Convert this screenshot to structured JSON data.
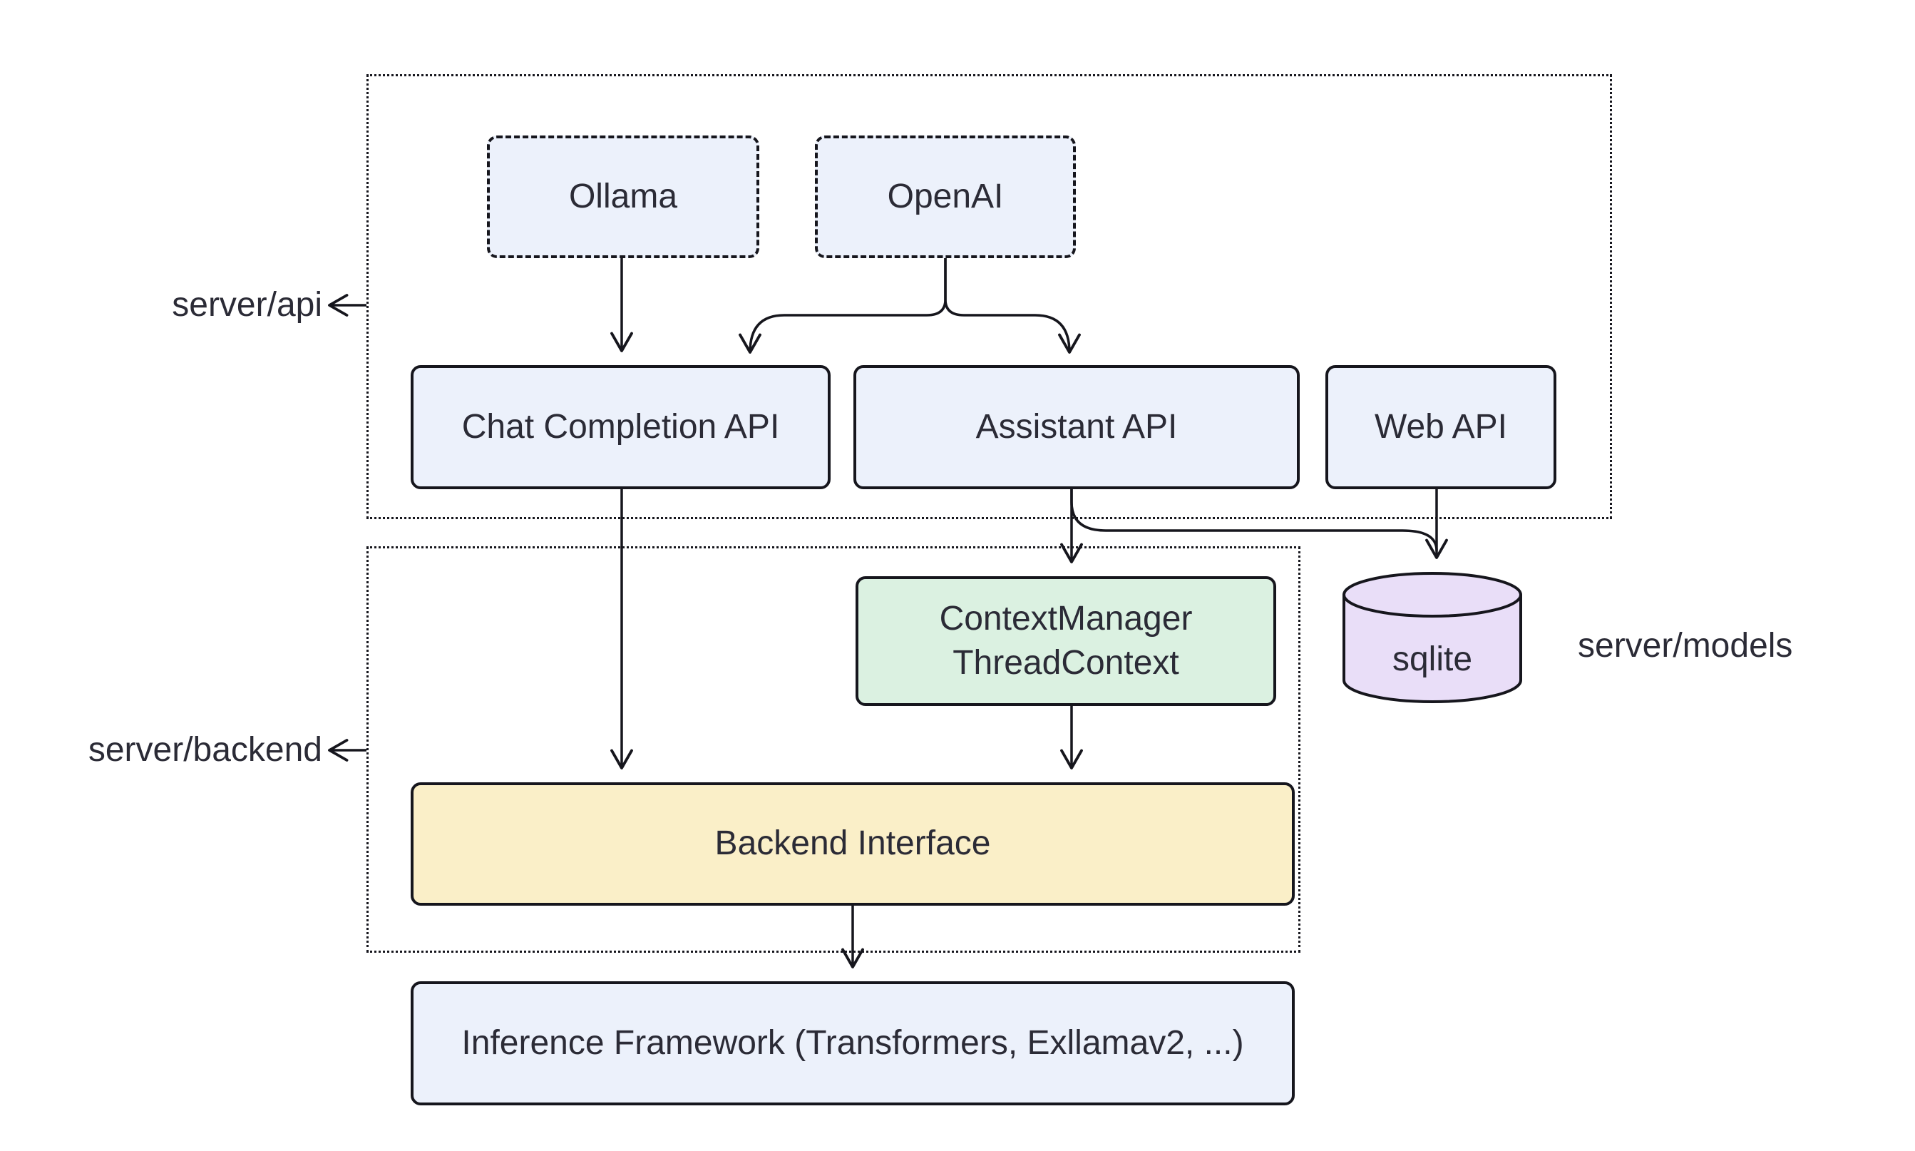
{
  "diagram": {
    "colors": {
      "background": "#ffffff",
      "stroke": "#16161d",
      "text": "#2b2b36",
      "node_fill_blue": "#ecf1fb",
      "node_fill_green": "#dbf1e1",
      "node_fill_yellow": "#faefc8",
      "node_fill_purple": "#e9def8"
    },
    "containers": {
      "api": {
        "label": "server/api"
      },
      "backend": {
        "label": "server/backend"
      },
      "models": {
        "label": "server/models"
      }
    },
    "nodes": {
      "ollama": {
        "label": "Ollama",
        "border": "dashed"
      },
      "openai": {
        "label": "OpenAI",
        "border": "dashed"
      },
      "chat_completion_api": {
        "label": "Chat Completion API"
      },
      "assistant_api": {
        "label": "Assistant API"
      },
      "web_api": {
        "label": "Web API"
      },
      "context_manager": {
        "label_line1": "ContextManager",
        "label_line2": "ThreadContext"
      },
      "sqlite": {
        "label": "sqlite",
        "shape": "cylinder"
      },
      "backend_interface": {
        "label": "Backend Interface"
      },
      "inference_framework": {
        "label": "Inference Framework (Transformers, Exllamav2, ...)"
      }
    },
    "edges": [
      {
        "from": "Ollama",
        "to": "Chat Completion API"
      },
      {
        "from": "OpenAI",
        "to": "Chat Completion API"
      },
      {
        "from": "OpenAI",
        "to": "Assistant API"
      },
      {
        "from": "Chat Completion API",
        "to": "Backend Interface"
      },
      {
        "from": "Assistant API",
        "to": "ContextManager ThreadContext"
      },
      {
        "from": "Assistant API",
        "to": "sqlite"
      },
      {
        "from": "Web API",
        "to": "sqlite"
      },
      {
        "from": "ContextManager ThreadContext",
        "to": "Backend Interface"
      },
      {
        "from": "Backend Interface",
        "to": "Inference Framework (Transformers, Exllamav2, ...)"
      }
    ]
  }
}
